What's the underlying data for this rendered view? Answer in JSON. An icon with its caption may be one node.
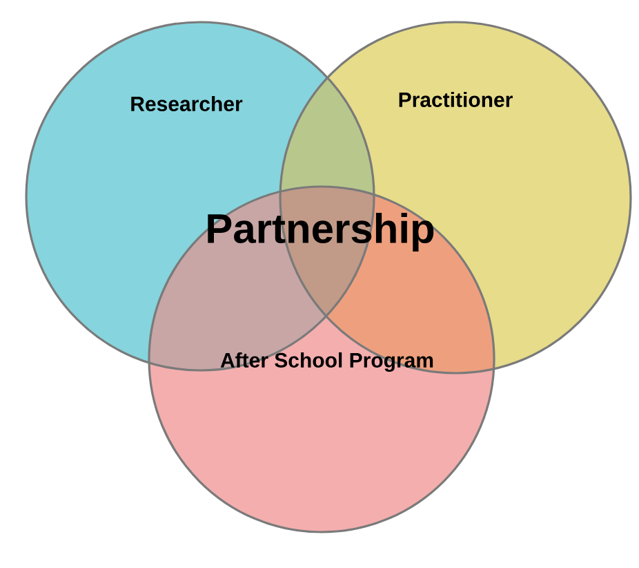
{
  "diagram": {
    "nodes": [
      {
        "text": [
          "Researcher"
        ]
      },
      {
        "text": [
          "Practitioner"
        ]
      },
      {
        "text": [
          "After School Program"
        ]
      }
    ],
    "labels": [
      "Partnership"
    ]
  }
}
